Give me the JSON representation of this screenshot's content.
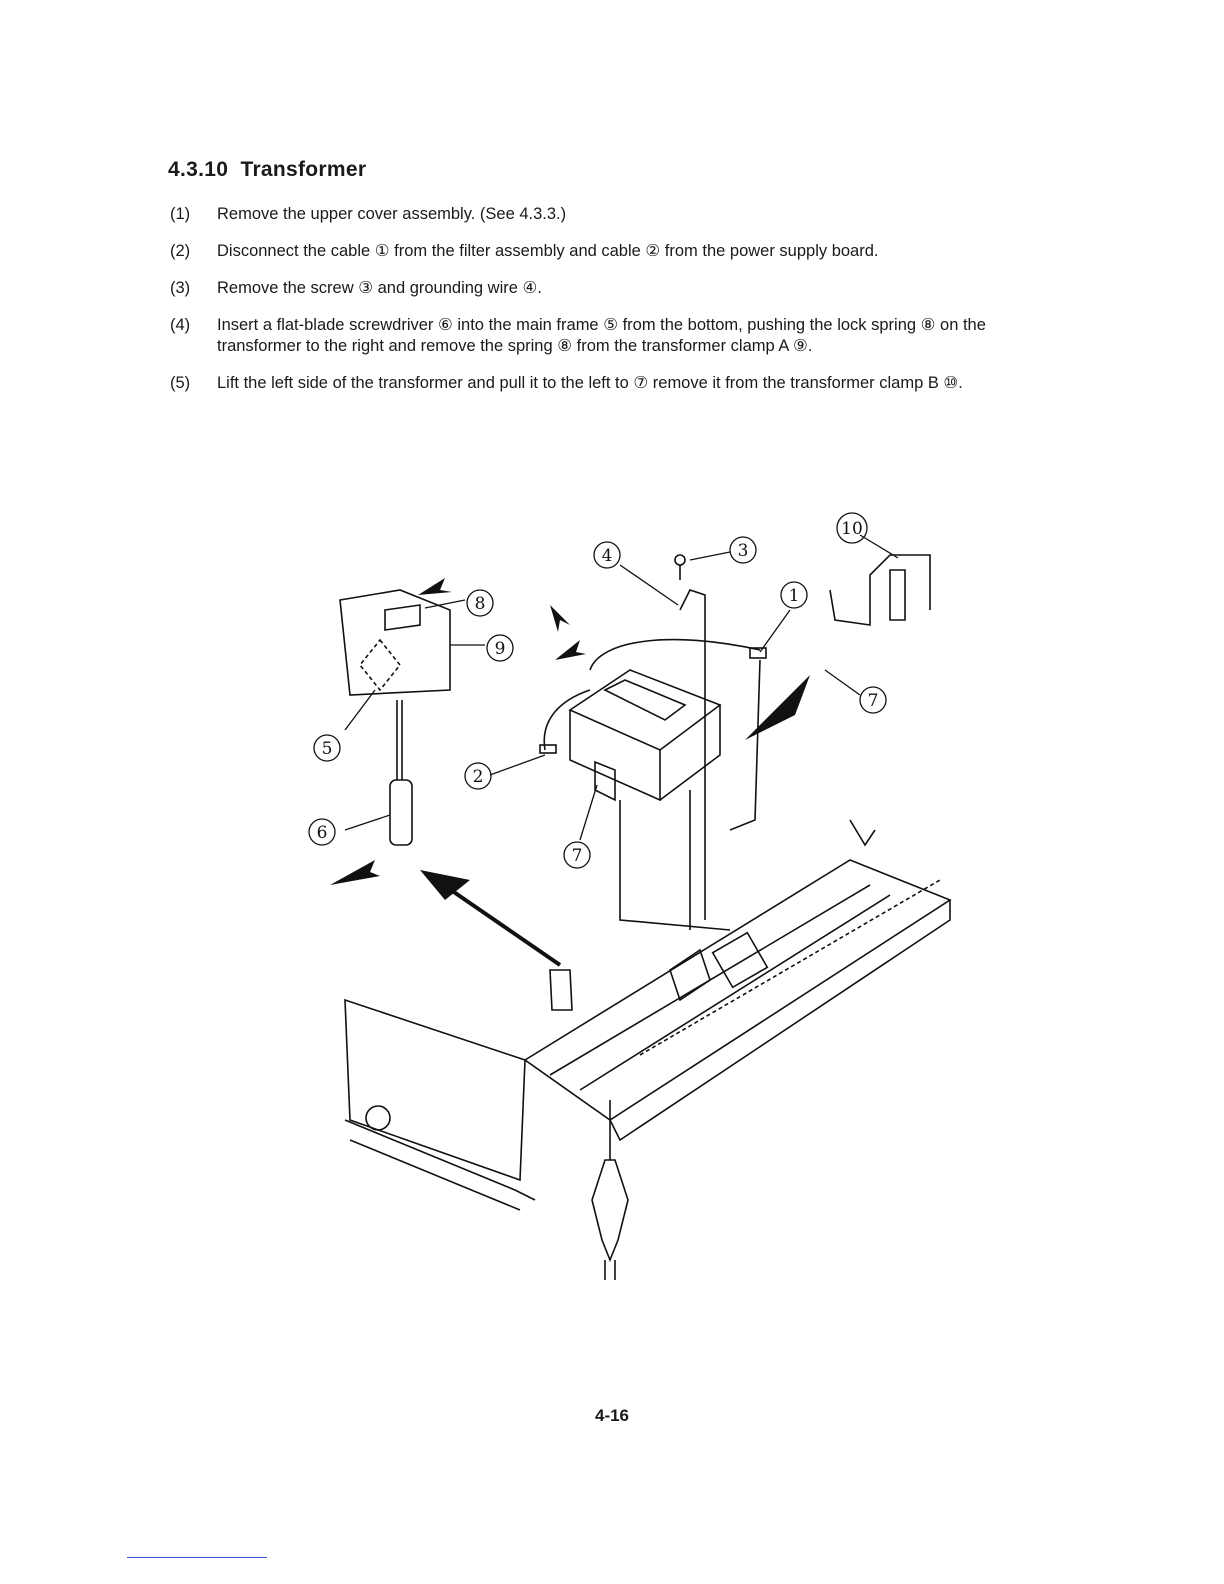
{
  "section": {
    "number": "4.3.10",
    "title": "Transformer"
  },
  "steps": [
    {
      "num": "(1)",
      "text": "Remove the upper cover assembly. (See 4.3.3.)"
    },
    {
      "num": "(2)",
      "text": "Disconnect the cable ① from the filter assembly and cable ② from the power supply board."
    },
    {
      "num": "(3)",
      "text": "Remove the screw ③ and grounding wire ④."
    },
    {
      "num": "(4)",
      "text": "Insert a flat-blade screwdriver ⑥ into the main frame ⑤ from the bottom, pushing the lock spring ⑧ on the transformer to the right and remove the spring ⑧ from the transformer clamp A ⑨."
    },
    {
      "num": "(5)",
      "text": "Lift the left side of the transformer and pull it to the left to ⑦ remove it from the transformer clamp B ⑩."
    }
  ],
  "figure": {
    "callouts": [
      "1",
      "2",
      "3",
      "4",
      "5",
      "6",
      "7",
      "7",
      "8",
      "9",
      "10"
    ]
  },
  "page_number": "4-16"
}
